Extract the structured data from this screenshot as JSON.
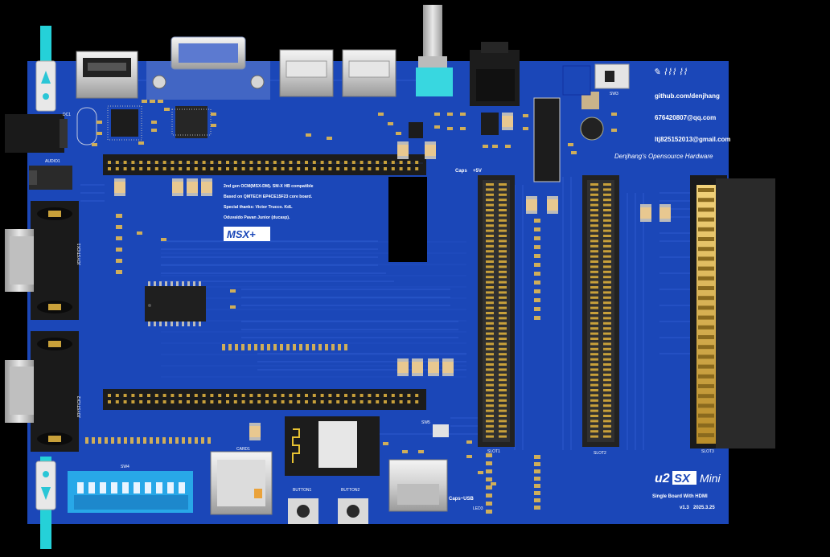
{
  "board": {
    "logo_brand": "u2SX",
    "logo_suffix": "Mini",
    "tagline": "Single Board With HDMI",
    "version": "v1.3",
    "date": "2025.3.25",
    "github": "github.com/denjhang",
    "email_qq": "676420807@qq.com",
    "email_gmail": "ltj825152013@gmail.com",
    "signature": "Denjhang's Opensource Hardware",
    "msx_logo": "MSX+"
  },
  "credits": {
    "line1": "2nd gen OCM(MSX-DM). SM-X HB compatible",
    "line2": "Based on QMTECH EP4CE15F23 core board.",
    "line3": "Special thanks: Victor Trucco. KdL",
    "line4": "Oduvaldo Pavan Junior (ducasp)."
  },
  "connectors": {
    "slot1": "SLOT1",
    "slot2": "SLOT2",
    "slot3": "SLOT3",
    "card": "CARD1",
    "joy1": "JOYSTICK1",
    "joy2": "JOYSTICK2",
    "button1": "BUTTON1",
    "button2": "BUTTON2",
    "audio": "AUDIO1",
    "sw3": "SW3",
    "sw4": "SW4",
    "leds": "LED3",
    "caps": "Caps",
    "caps_usb": "Caps~USB",
    "plus5v": "+5V",
    "dc": "DC1"
  },
  "colors": {
    "pcb": "#1b47b8",
    "pcb_dark": "#0d2f8c",
    "trace": "#2d5fd6",
    "header": "#222222",
    "gold": "#d9b24a"
  }
}
